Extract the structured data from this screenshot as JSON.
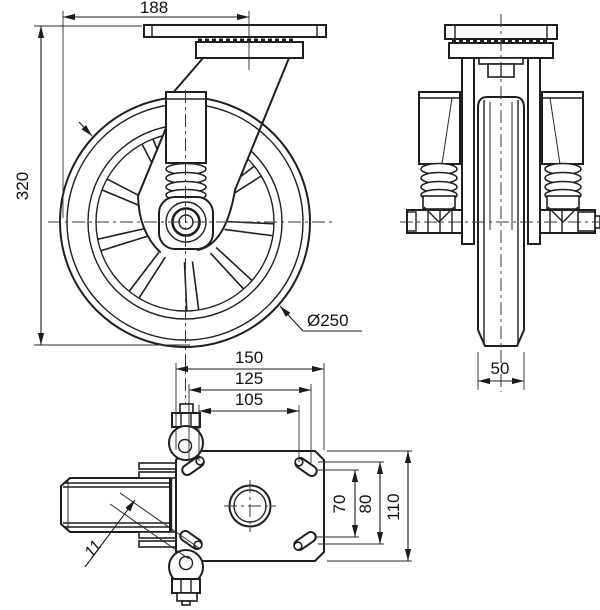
{
  "dimensions": {
    "swivel_offset": "188",
    "overall_height": "320",
    "wheel_diameter": "Ø250",
    "wheel_width": "50",
    "plate_length": "150",
    "slot_span_outer": "125",
    "slot_span_inner": "105",
    "slot_pitch_inner": "70",
    "slot_pitch_outer": "80",
    "plate_width": "110",
    "slot_width": "11"
  }
}
